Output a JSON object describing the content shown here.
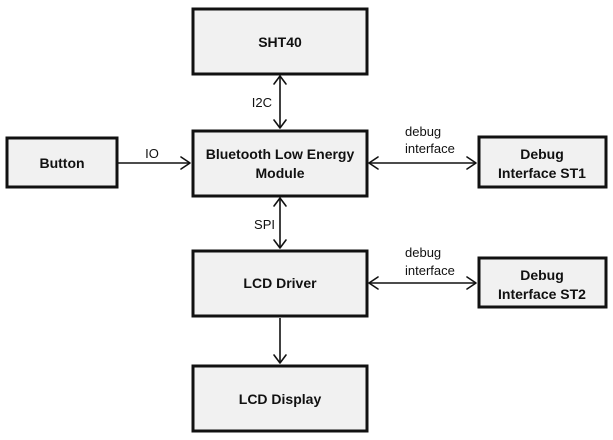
{
  "diagram": {
    "type": "block-diagram",
    "nodes": {
      "sht40": {
        "label": [
          "SHT40"
        ]
      },
      "ble": {
        "label": [
          "Bluetooth Low Energy",
          "Module"
        ]
      },
      "button": {
        "label": [
          "Button"
        ]
      },
      "debug_st1": {
        "label": [
          "Debug",
          "Interface ST1"
        ]
      },
      "lcd_driver": {
        "label": [
          "LCD Driver"
        ]
      },
      "debug_st2": {
        "label": [
          "Debug",
          "Interface ST2"
        ]
      },
      "lcd_display": {
        "label": [
          "LCD Display"
        ]
      }
    },
    "edges": [
      {
        "id": "sht40-ble",
        "from": "sht40",
        "to": "ble",
        "label": [
          "I2C"
        ],
        "direction": "bidirectional"
      },
      {
        "id": "button-ble",
        "from": "button",
        "to": "ble",
        "label": [
          "IO"
        ],
        "direction": "forward"
      },
      {
        "id": "ble-debug1",
        "from": "ble",
        "to": "debug_st1",
        "label": [
          "debug",
          "interface"
        ],
        "direction": "bidirectional"
      },
      {
        "id": "ble-lcddriver",
        "from": "ble",
        "to": "lcd_driver",
        "label": [
          "SPI"
        ],
        "direction": "bidirectional"
      },
      {
        "id": "lcddriver-debug2",
        "from": "lcd_driver",
        "to": "debug_st2",
        "label": [
          "debug",
          "interface"
        ],
        "direction": "bidirectional"
      },
      {
        "id": "lcddriver-lcddisplay",
        "from": "lcd_driver",
        "to": "lcd_display",
        "label": [],
        "direction": "forward"
      }
    ]
  }
}
